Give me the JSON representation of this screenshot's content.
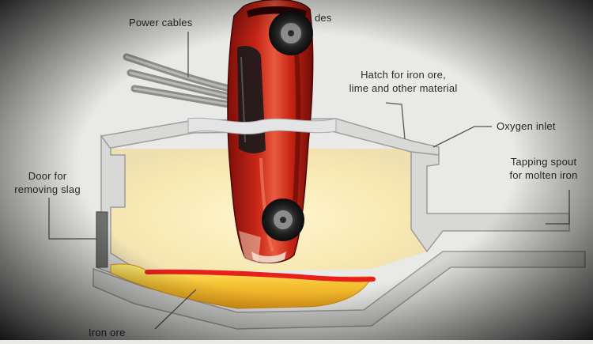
{
  "labels": {
    "power_cables": "Power cables",
    "electrodes_partial": "des",
    "hatch_line1": "Hatch for iron ore,",
    "hatch_line2": "lime and other material",
    "oxygen_inlet": "Oxygen inlet",
    "tapping_line1": "Tapping spout",
    "tapping_line2": "for molten iron",
    "door_line1": "Door for",
    "door_line2": "removing slag",
    "iron_ore": "Iron ore"
  },
  "colors": {
    "furnace_wall": "#d7d7d5",
    "furnace_wall_stroke": "#9c9c9a",
    "interior_glow": "#fbf0c2",
    "molten_metal": "#f2b62a",
    "molten_highlight": "#fff07a",
    "red_stroke": "#e8201b",
    "car_body": "#b81f14",
    "car_highlight": "#e8533a",
    "leader_line": "#555555"
  },
  "icons": {
    "overlay": "red-sports-car-upside-down",
    "cables": "power-cables-icon"
  }
}
